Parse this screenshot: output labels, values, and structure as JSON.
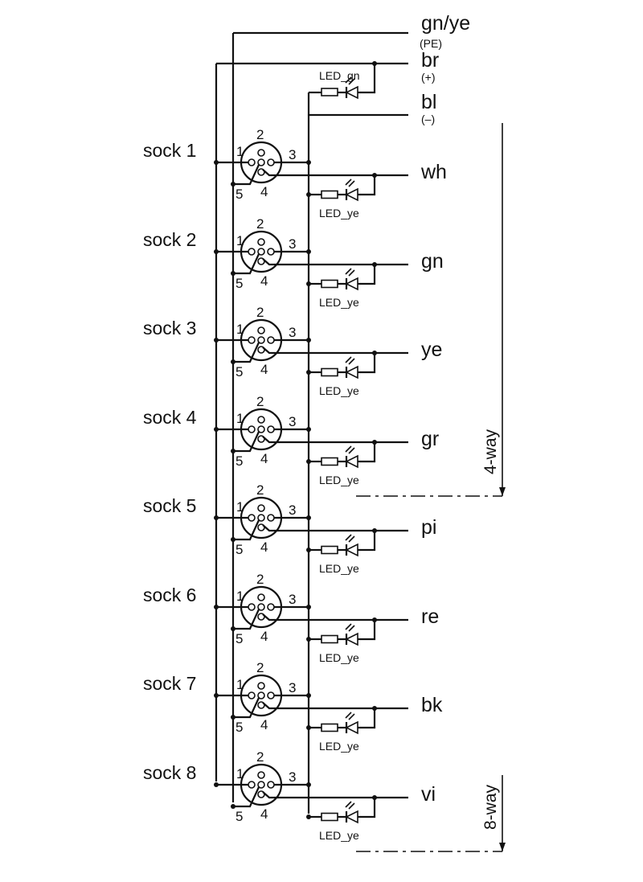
{
  "bus": {
    "pe": {
      "label": "gn/ye",
      "sub": "(PE)"
    },
    "plus": {
      "label": "br",
      "sub": "(+)"
    },
    "minus": {
      "label": "bl",
      "sub": "(–)"
    }
  },
  "led_status_label": "LED_gn",
  "led_signal_label": "LED_ye",
  "pin_labels": [
    "1",
    "2",
    "3",
    "4",
    "5"
  ],
  "sockets": [
    {
      "name": "sock 1",
      "wire": "wh"
    },
    {
      "name": "sock 2",
      "wire": "gn"
    },
    {
      "name": "sock 3",
      "wire": "ye"
    },
    {
      "name": "sock 4",
      "wire": "gr"
    },
    {
      "name": "sock 5",
      "wire": "pi"
    },
    {
      "name": "sock 6",
      "wire": "re"
    },
    {
      "name": "sock 7",
      "wire": "bk"
    },
    {
      "name": "sock 8",
      "wire": "vi"
    }
  ],
  "variants": [
    {
      "label": "4-way",
      "last_socket": 4
    },
    {
      "label": "8-way",
      "last_socket": 8
    }
  ],
  "colors": {
    "line": "#111111",
    "background": "#ffffff"
  }
}
